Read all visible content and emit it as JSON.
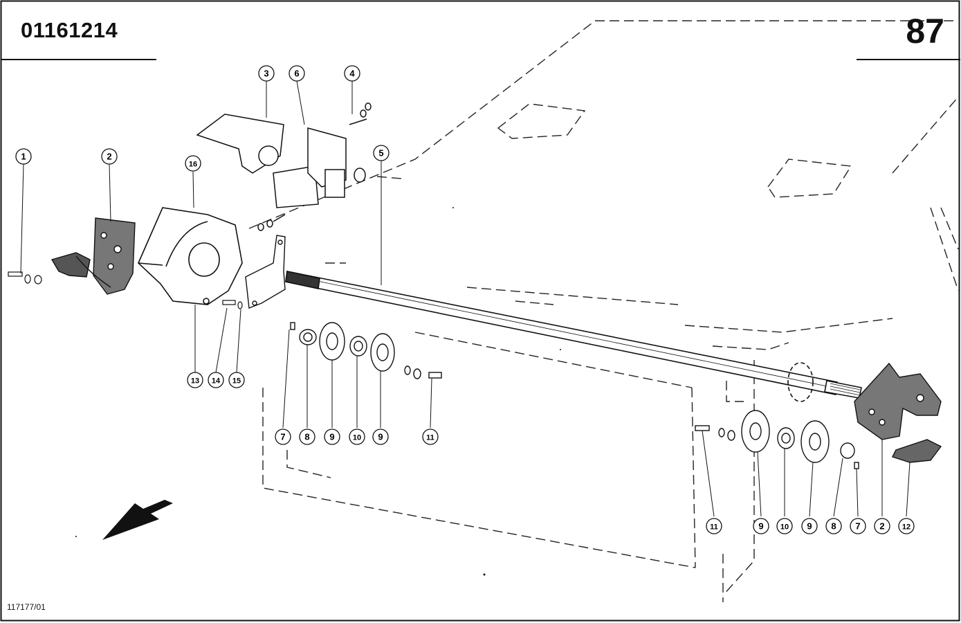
{
  "header": {
    "part_number": "01161214",
    "page_number": "87"
  },
  "footer": {
    "drawing_number": "117177/01"
  },
  "callouts": [
    {
      "label": "1"
    },
    {
      "label": "2"
    },
    {
      "label": "16"
    },
    {
      "label": "3"
    },
    {
      "label": "6"
    },
    {
      "label": "4"
    },
    {
      "label": "5"
    },
    {
      "label": "13"
    },
    {
      "label": "14"
    },
    {
      "label": "15"
    },
    {
      "label": "7"
    },
    {
      "label": "8"
    },
    {
      "label": "9"
    },
    {
      "label": "10"
    },
    {
      "label": "9"
    },
    {
      "label": "11"
    },
    {
      "label": "11"
    },
    {
      "label": "9"
    },
    {
      "label": "10"
    },
    {
      "label": "9"
    },
    {
      "label": "8"
    },
    {
      "label": "7"
    },
    {
      "label": "2"
    },
    {
      "label": "12"
    }
  ]
}
